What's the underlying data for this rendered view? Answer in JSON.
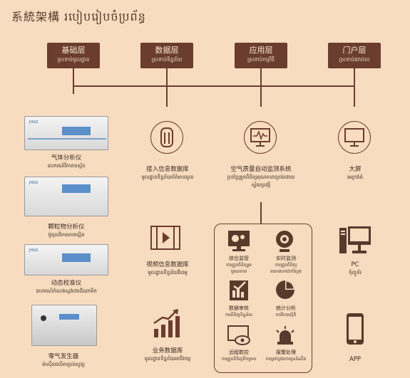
{
  "title": "系統架構 របៀបរៀបចំប្រព័ន្ធ",
  "layers": [
    {
      "cn": "基础层",
      "km": "ស្រទាប់មូលដ្ឋាន"
    },
    {
      "cn": "数据层",
      "km": "ស្រទាប់ទិន្នន័យ"
    },
    {
      "cn": "应用层",
      "km": "ស្រទាប់កម្មវិធី"
    },
    {
      "cn": "门户层",
      "km": "ស្រទាប់ផតថល"
    }
  ],
  "devices": [
    {
      "cn": "气体分析仪",
      "km": "ឧបករណ៍វិភាគឧស្ម័ន"
    },
    {
      "cn": "颗粒物分析仪",
      "km": "ម៉ូឌុលវិភាគភាគល្អិត"
    },
    {
      "cn": "动态校准仪",
      "km": "ឧបករណ៍កំណត់ស្តង់ដារឌីណាមិក"
    },
    {
      "cn": "零气发生器",
      "km": "ម៉ាស៊ីនផលិតខ្យល់សូន្យ"
    }
  ],
  "data_items": [
    {
      "cn": "接入信息数据库",
      "km": "មូលដ្ឋានទិន្នន័យព័ត៌មានចូល"
    },
    {
      "cn": "视频信息数据库",
      "km": "មូលដ្ឋានទិន្នន័យវីដេអូ"
    },
    {
      "cn": "业务数据库",
      "km": "មូលដ្ឋានទិន្នន័យអាជីវកម្ម"
    }
  ],
  "app_main": {
    "cn": "空气质量自动监测系统",
    "km1": "ប្រព័ន្ធត្រួតពិនិត្យគុណភាពខ្យល់ដោយ",
    "km2": "ស្វ័យប្រវត្តិ"
  },
  "app_items": [
    {
      "cn": "综合监管",
      "km1": "ការត្រួតពិនិត្យរួម",
      "km2": "បូរណភាព"
    },
    {
      "cn": "实时监测",
      "km1": "ការត្រួតពិនិត្យ",
      "km2": "ពេលវេលាជាក់ស្តែង"
    },
    {
      "cn": "数据审核",
      "km1": "ការពិនិត្យទិន្នន័យ",
      "km2": ""
    },
    {
      "cn": "统计分析",
      "km1": "ការវិភាគស្ថិតិ",
      "km2": ""
    },
    {
      "cn": "远程数控",
      "km1": "ការត្រួតពិនិត្យពីចម្ងាយ",
      "km2": ""
    },
    {
      "cn": "报警处理",
      "km1": "ការគ្រប់គ្រងការជូនដំណឹង",
      "km2": ""
    }
  ],
  "portal_items": [
    {
      "cn": "大屏",
      "km": "អេក្រង់ធំ"
    },
    {
      "cn": "PC",
      "km": "កុំព្យូទ័រ"
    },
    {
      "cn": "APP",
      "km": ""
    }
  ],
  "colors": {
    "background": "#f8dcc0",
    "accent": "#6b3d2e"
  }
}
